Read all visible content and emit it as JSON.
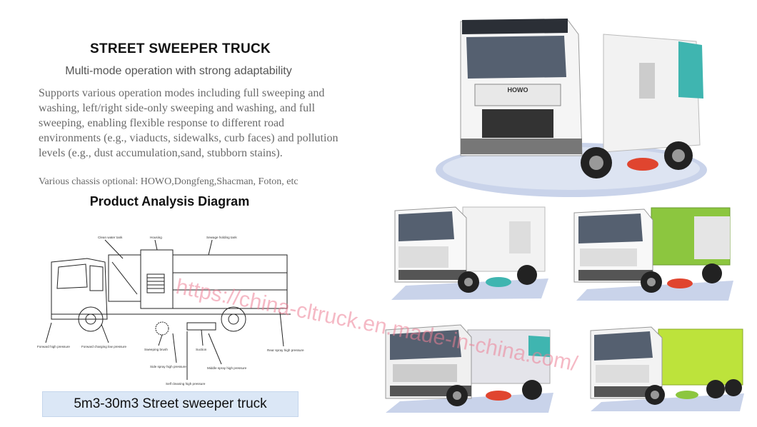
{
  "heading": "STREET SWEEPER TRUCK",
  "subheading": "Multi-mode operation with strong adaptability",
  "description": "Supports various operation modes including full sweeping and washing, left/right side-only sweeping and washing, and full sweeping, enabling flexible response to different road environments (e.g., viaducts, sidewalks, curb faces) and pollution levels (e.g., dust accumulation,sand, stubborn stains).",
  "chassis_note": "Various chassis optional: HOWO,Dongfeng,Shacman, Foton, etc",
  "diagram": {
    "title": "Product Analysis Diagram",
    "labels": {
      "clean_water_tank": "Clean water tank",
      "housing": "Housing",
      "sewage_tank": "Sewage holding tank",
      "forward_hp": "Forward high pressure",
      "forward_charging": "Forward charging low pressure",
      "sweeping_brush": "Sweeping brush",
      "suction": "Suction",
      "rear_spray": "Rear spray high pressure",
      "side_spray": "Side spray high pressure",
      "middle_spray": "Middle spray high pressure",
      "self_cleaning": "Self cleaning high pressure"
    }
  },
  "banner": "5m3-30m3 Street sweeper truck",
  "truck_brands": {
    "main": "HOWO"
  },
  "watermark": "https://china-cltruck.en.made-in-china.com/",
  "colors": {
    "banner_bg": "#dbe7f6",
    "accent_teal": "#3fb5b0",
    "accent_green": "#8cc63f",
    "brush_red": "#e0452f",
    "watermark": "#ec8096"
  }
}
